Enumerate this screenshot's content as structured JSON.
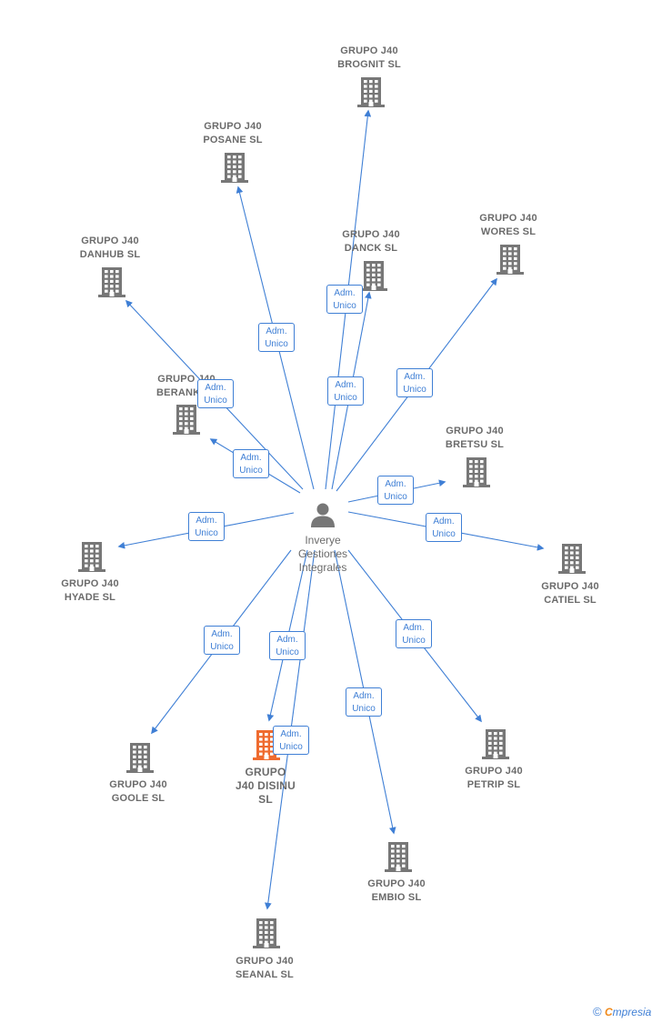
{
  "person": {
    "name_lines": [
      "Inverye",
      "Gestiones",
      "Integrales"
    ]
  },
  "colors": {
    "edge": "#3f7fd5",
    "building": "#777777",
    "highlight": "#ef6b2f",
    "text": "#6b6b6b"
  },
  "role_label": [
    "Adm.",
    "Unico"
  ],
  "companies": [
    {
      "id": "brognit",
      "lines": [
        "GRUPO J40",
        "BROGNIT  SL"
      ]
    },
    {
      "id": "posane",
      "lines": [
        "GRUPO J40",
        "POSANE  SL"
      ]
    },
    {
      "id": "danck",
      "lines": [
        "GRUPO J40",
        "DANCK  SL"
      ]
    },
    {
      "id": "wores",
      "lines": [
        "GRUPO J40",
        "WORES  SL"
      ]
    },
    {
      "id": "danhub",
      "lines": [
        "GRUPO J40",
        "DANHUB  SL"
      ]
    },
    {
      "id": "berank",
      "lines": [
        "GRUPO J40",
        "BERANK  SL"
      ]
    },
    {
      "id": "bretsu",
      "lines": [
        "GRUPO J40",
        "BRETSU  SL"
      ]
    },
    {
      "id": "hyade",
      "lines": [
        "GRUPO J40",
        "HYADE  SL"
      ]
    },
    {
      "id": "catiel",
      "lines": [
        "GRUPO J40",
        "CATIEL  SL"
      ]
    },
    {
      "id": "goole",
      "lines": [
        "GRUPO J40",
        "GOOLE  SL"
      ]
    },
    {
      "id": "disinu",
      "lines": [
        "GRUPO",
        "J40 DISINU",
        "SL"
      ],
      "highlight": true
    },
    {
      "id": "petrip",
      "lines": [
        "GRUPO J40",
        "PETRIP  SL"
      ]
    },
    {
      "id": "embio",
      "lines": [
        "GRUPO J40",
        "EMBIO  SL"
      ]
    },
    {
      "id": "seanal",
      "lines": [
        "GRUPO J40",
        "SEANAL  SL"
      ]
    }
  ],
  "brand": {
    "copyright": "©",
    "e": "C",
    "rest": "mpresia"
  }
}
